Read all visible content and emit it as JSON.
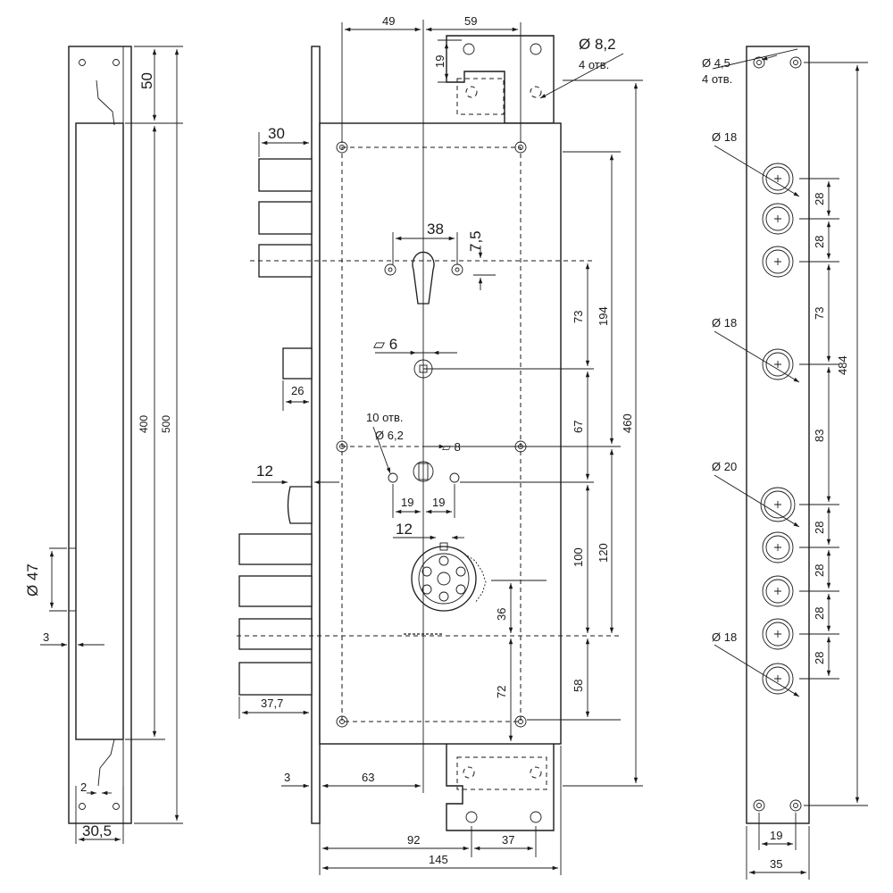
{
  "side_view": {
    "dim_50": "50",
    "dim_400": "400",
    "dim_500": "500",
    "dim_d47": "Ø 47",
    "dim_3": "3",
    "dim_2": "2",
    "dim_30_5": "30,5"
  },
  "front_view": {
    "dim_49": "49",
    "dim_59": "59",
    "dim_19": "19",
    "dim_d8_2": "Ø 8,2",
    "dim_4otv": "4 отв.",
    "dim_30": "30",
    "dim_38": "38",
    "dim_7_5": "7,5",
    "dim_sq6": "▱ 6",
    "dim_26": "26",
    "dim_10otv": "10 отв.",
    "dim_d6_2": "Ø 6,2",
    "dim_sq8": "▱ 8",
    "dim_12a": "12",
    "dim_19a": "19",
    "dim_19b": "19",
    "dim_12b": "12",
    "dim_37_7": "37,7",
    "dim_3": "3",
    "dim_63": "63",
    "dim_92": "92",
    "dim_37": "37",
    "dim_145": "145",
    "dim_73": "73",
    "dim_194": "194",
    "dim_67": "67",
    "dim_460": "460",
    "dim_100": "100",
    "dim_120": "120",
    "dim_36": "36",
    "dim_72": "72",
    "dim_58": "58"
  },
  "strike_view": {
    "dim_d4_5": "Ø 4,5",
    "dim_4otv": "4 отв.",
    "dim_d18a": "Ø 18",
    "dim_d18b": "Ø 18",
    "dim_d20": "Ø 20",
    "dim_d18c": "Ø 18",
    "dim_28a": "28",
    "dim_28b": "28",
    "dim_73": "73",
    "dim_484": "484",
    "dim_83": "83",
    "dim_28c": "28",
    "dim_28d": "28",
    "dim_28e": "28",
    "dim_28f": "28",
    "dim_19": "19",
    "dim_35": "35"
  }
}
